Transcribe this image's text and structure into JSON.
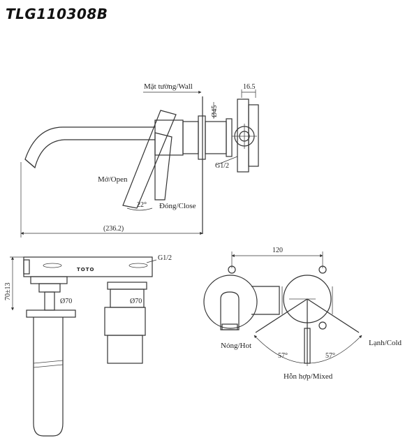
{
  "model_code": "TLG110308B",
  "side_view": {
    "wall_label": "Mặt tường/Wall",
    "dim_depth": "16.5",
    "dim_diameter": "Ø45",
    "thread_label": "G1/2",
    "open_label": "Mở/Open",
    "close_label": "Đóng/Close",
    "angle_label": "22°",
    "total_length": "(236.2)"
  },
  "front_view": {
    "thread_label": "G1/2",
    "height_label": "70±13",
    "brand_mark": "TOTO",
    "left_diameter": "Ø70",
    "right_diameter": "Ø70"
  },
  "top_view": {
    "spacing_label": "120",
    "hot_label": "Nóng/Hot",
    "cold_label": "Lạnh/Cold",
    "mixed_label": "Hỗn hợp/Mixed",
    "left_angle": "57°",
    "right_angle": "57°"
  }
}
